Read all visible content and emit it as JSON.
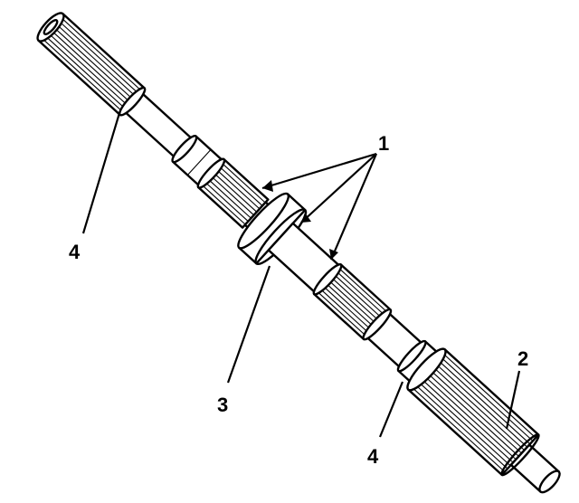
{
  "callouts": [
    {
      "id": "1",
      "label": "1"
    },
    {
      "id": "2",
      "label": "2"
    },
    {
      "id": "3",
      "label": "3"
    },
    {
      "id": "4a",
      "label": "4"
    },
    {
      "id": "4b",
      "label": "4"
    }
  ],
  "colors": {
    "line": "#000000",
    "fill": "#ffffff"
  }
}
